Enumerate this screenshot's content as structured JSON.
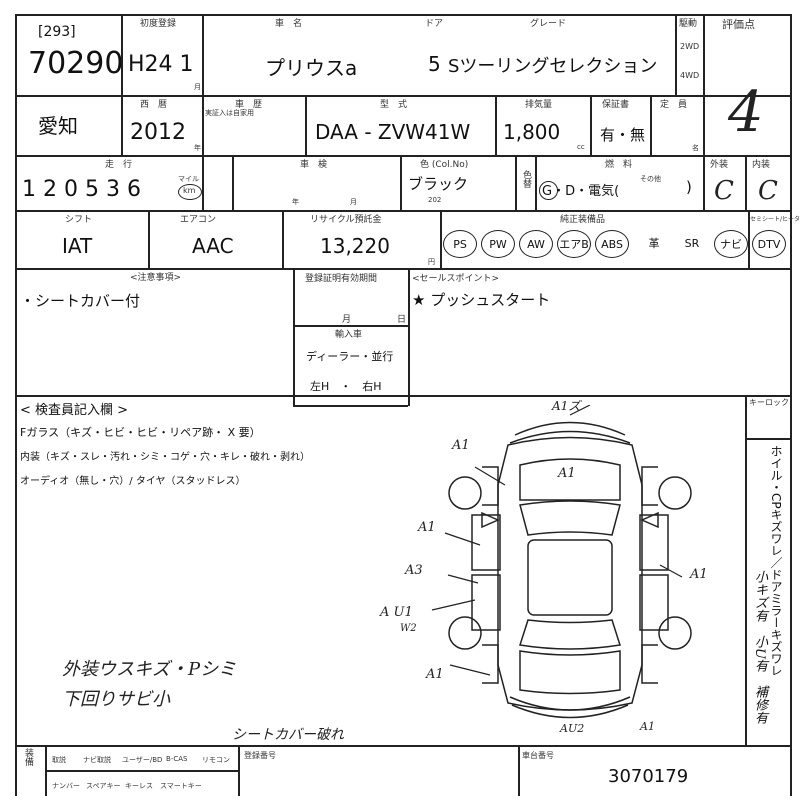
{
  "header": {
    "lot_code": "[293]",
    "lot_number": "70290",
    "label_first_reg": "初度登録",
    "first_reg_value": "H24  1",
    "label_month": "月",
    "label_car_name": "車　名",
    "car_name": "プリウスa",
    "label_door": "ドア",
    "door": "5",
    "label_grade": "グレード",
    "grade": "Sツーリングセレクション",
    "label_drive": "駆動",
    "drive_2wd": "2WD",
    "drive_4wd": "4WD",
    "label_score": "評価点",
    "score": "4"
  },
  "row2": {
    "region": "愛知",
    "label_year": "西　暦",
    "year": "2012",
    "label_year_unit": "年",
    "label_chassis": "車　歴",
    "chassis_note": "実証入は自家用",
    "label_model": "型　式",
    "model": "DAA - ZVW41W",
    "label_displacement": "排気量",
    "displacement": "1,800",
    "unit_cc": "cc",
    "label_warranty": "保証書",
    "warranty": "有・無",
    "label_capacity": "定　員",
    "capacity_unit": "名"
  },
  "row3": {
    "label_mileage": "走　行",
    "mileage": "1 2 0  5 3 6",
    "mileage_unit_mile": "マイル",
    "mileage_unit_km": "km",
    "label_inspection": "車　検",
    "label_inspection_year": "年",
    "label_inspection_month": "月",
    "label_color": "色 (Col.No)",
    "color": "ブラック",
    "color_code": "202",
    "label_color_change": "色替",
    "label_fuel": "燃　料",
    "fuel": "G・D・電気(",
    "fuel_other": "その他",
    "fuel_close": ")",
    "label_exterior": "外装",
    "exterior": "C",
    "label_interior": "内装",
    "interior": "C"
  },
  "row4": {
    "label_shift": "シフト",
    "shift": "IAT",
    "label_aircon": "エアコン",
    "aircon": "AAC",
    "label_recycle": "リサイクル預託金",
    "recycle": "13,220",
    "unit_yen": "円",
    "label_equipment": "純正装備品",
    "label_seat": "セミシート/ヒーター",
    "equipment": [
      {
        "label": "PS",
        "circled": true
      },
      {
        "label": "PW",
        "circled": true
      },
      {
        "label": "AW",
        "circled": true
      },
      {
        "label": "エアB",
        "circled": true
      },
      {
        "label": "ABS",
        "circled": true
      },
      {
        "label": "革",
        "circled": false
      },
      {
        "label": "SR",
        "circled": false
      },
      {
        "label": "ナビ",
        "circled": true
      },
      {
        "label": "DTV",
        "circled": true
      }
    ]
  },
  "notes": {
    "label_caution": "<注意事項>",
    "caution": "・シートカバー付",
    "label_reg_expiry": "登録証明有効期間",
    "reg_month": "月",
    "reg_day": "日",
    "label_import": "輸入車",
    "import_type": "ディーラー・並行",
    "steering": "左H　・　右H",
    "label_sales": "<セールスポイント>",
    "sales": "★ プッシュスタート"
  },
  "inspector": {
    "title": "< 検査員記入欄 >",
    "line1": "Fガラス（キズ・ヒビ・ヒビ・リペア跡・ X 要）",
    "line2": "内装（キズ・スレ・汚れ・シミ・コゲ・穴・キレ・破れ・剥れ）",
    "line3": "オーディオ（無し・穴）/ タイヤ（スタッドレス）",
    "hand1": "外装ウスキズ・Pシミ",
    "hand2": "下回りサビ小",
    "hand3": "シートカバー破れ",
    "marks": [
      "A1",
      "A1",
      "A1",
      "A3",
      "A U1",
      "W2",
      "A1",
      "A1",
      "A1",
      "AU2"
    ],
    "mark_top": "A1ズ"
  },
  "side": {
    "label_keyless": "キーロック",
    "vertical_text": "ホイル・CPキズワレ／ドアミラーキズワレ",
    "hand_vertical": "小キズ有　小U有　補修有"
  },
  "footer": {
    "label_col": "装備",
    "r1": [
      "取説",
      "ナビ取説",
      "ユーザー/BD",
      "B-CAS",
      "リモコン"
    ],
    "r2": [
      "ナンバー",
      "スペアキー",
      "キーレス",
      "スマートキー"
    ],
    "label_plate": "登録番号",
    "label_chassis_no": "車台番号",
    "chassis_no": "3070179"
  }
}
